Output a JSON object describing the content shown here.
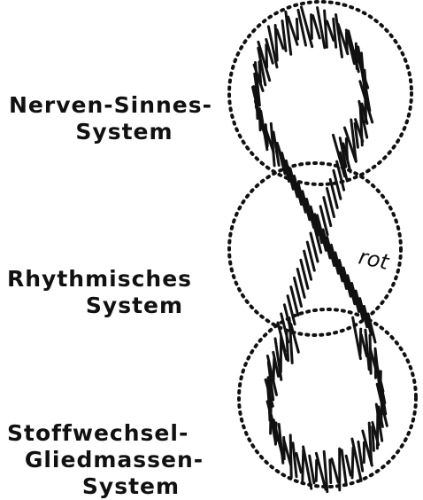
{
  "labels": {
    "nerven_line1": "Nerven-Sinnes-",
    "nerven_line2": "System",
    "rhythm_line1": "Rhythmisches",
    "rhythm_line2": "System",
    "stoff_line1": "Stoffwechsel-",
    "stoff_line2": "Gliedmassen-",
    "stoff_line3": "System"
  },
  "annotation": {
    "rot": "rot"
  },
  "colors": {
    "ink": "#111111",
    "background": "#ffffff"
  }
}
